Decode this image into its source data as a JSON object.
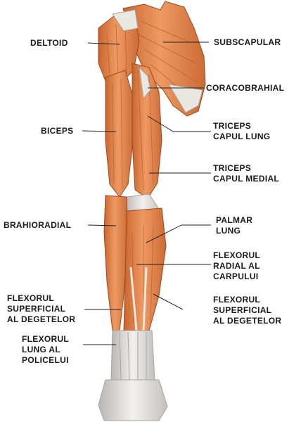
{
  "labels": {
    "deltoid": [
      "DELTOID"
    ],
    "biceps": [
      "BICEPS"
    ],
    "brahioradial": [
      "BRAHIORADIAL"
    ],
    "flexor_superficial_left": [
      "FLEXORUL",
      "SUPERFICIAL",
      "AL DEGETELOR"
    ],
    "flexor_lung_policelui": [
      "FLEXORUL",
      "LUNG AL",
      "POLICELUI"
    ],
    "subscapular": [
      "SUBSCAPULAR"
    ],
    "coracobrahial": [
      "CORACOBRAHIAL"
    ],
    "triceps_lung": [
      "TRICEPS",
      "CAPUL LUNG"
    ],
    "triceps_medial": [
      "TRICEPS",
      "CAPUL MEDIAL"
    ],
    "palmar_lung": [
      "PALMAR",
      "LUNG"
    ],
    "flexor_radial_carpului": [
      "FLEXORUL",
      "RADIAL AL",
      "CARPULUI"
    ],
    "flexor_superficial_right": [
      "FLEXORUL",
      "SUPERFICIAL",
      "AL DEGETELOR"
    ]
  },
  "colors": {
    "muscle": "#e8874f",
    "muscle_dark": "#c5622e",
    "muscle_light": "#f2a875",
    "tendon": "#e9e6e3",
    "tendon_shade": "#bdbab6",
    "line": "#222222"
  }
}
